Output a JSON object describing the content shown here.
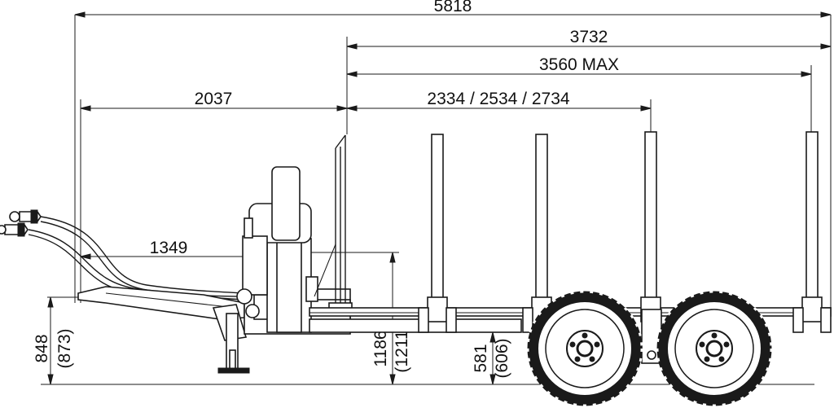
{
  "dimensions": {
    "overall_length": "5818",
    "frame_length": "3732",
    "max_load_length": "3560 MAX",
    "wheelbase_options": "2334 / 2534 / 2734",
    "drawbar_to_crane": "2037",
    "hose_to_crane_column": "1349",
    "drawbar_height": "848",
    "drawbar_height_alt": "(873)",
    "crane_base_height": "1186",
    "crane_base_height_alt": "(1211)",
    "axle_height": "581",
    "axle_height_alt": "(606)"
  },
  "colors": {
    "line": "#1a1a1a",
    "background": "#ffffff"
  }
}
